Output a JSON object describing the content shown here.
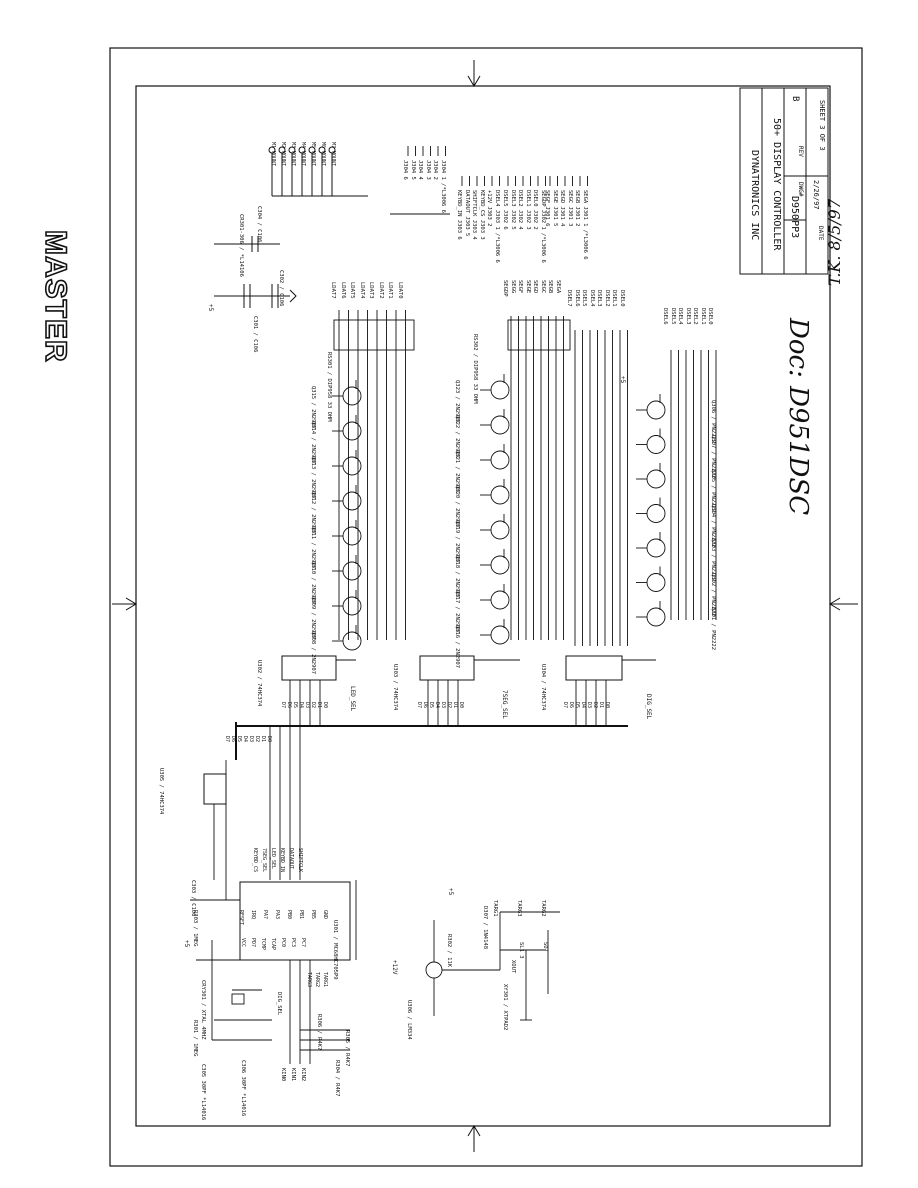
{
  "stamp": "MASTER",
  "title_block": {
    "company": "DYNATRONICS INC",
    "title": "50+ DISPLAY CONTROLLER",
    "dwg_label": "DWG#",
    "dwg_number": "D950PP3",
    "rev_label": "REV",
    "rev": "B",
    "sheet": "SHEET 3 OF 3",
    "date_label": "DATE",
    "date": "2/26/97"
  },
  "handwritten": {
    "doc": "Doc: D951DSC",
    "initials": "T.K. 8/5/97"
  },
  "mounts": [
    "M1 MOUNT",
    "M2 MOUNT",
    "M3 MOUNT",
    "M4 MOUNT",
    "M5 MOUNT",
    "M6 MOUNT",
    "M7 MOUNT"
  ],
  "caps_top": {
    "c301": "C301 / C106",
    "c302": "C302 / C106",
    "c304": "C304 / C106",
    "cr301": "CR301-306 / *L14106"
  },
  "connector_j304": [
    "J304 6",
    "J304 5",
    "J304 4",
    "J304 3",
    "J304 2",
    "J304 1 /*L3006 6"
  ],
  "connector_j303": [
    "KEYBD_IN J303 6",
    "DATAOUT J303 5",
    "SHIFTCLK J303 4",
    "KEYBD_CS J303 3",
    "+12V J303 2",
    "DSEL4 J303 1 /*L3006 6"
  ],
  "connector_j302": [
    "DSEL5 J302 6",
    "DSEL3 J302 5",
    "DSEL2 J302 4",
    "DSEL1 J302 3",
    "DSEL0 J302 2",
    "SEGDP J302 1 /*L3006 6"
  ],
  "connector_j301": [
    "SEGF J301 6",
    "SEGE J301 5",
    "SEGD J301 4",
    "SEGC J301 3",
    "SEGB J301 2",
    "SEGA J301 1 /*L3006 6"
  ],
  "led_lines": [
    "LDAT7",
    "LDAT6",
    "LDAT5",
    "LDAT4",
    "LDAT3",
    "LDAT2",
    "LDAT1",
    "LDAT0"
  ],
  "seg_lines": [
    "SEGDP",
    "SEGG",
    "SEGF",
    "SEGE",
    "SEGD",
    "SEGC",
    "SEGB",
    "SEGA"
  ],
  "dsel_upper": [
    "DSEL7",
    "DSEL6",
    "DSEL5",
    "DSEL4",
    "DSEL3",
    "DSEL2",
    "DSEL1",
    "DSEL0"
  ],
  "dsel_lower": [
    "DSEL6",
    "DSEL5",
    "DSEL4",
    "DSEL3",
    "DSEL2",
    "DSEL1",
    "DSEL0"
  ],
  "rs301": "RS301 / DIP958 33 OHM",
  "rs302": "RS302 / DIP958 33 OHM",
  "q_led": [
    "Q315 / 2N2907",
    "Q314 / 2N2907",
    "Q313 / 2N2907",
    "Q312 / 2N2907",
    "Q311 / 2N2907",
    "Q310 / 2N2907",
    "Q309 / 2N2907",
    "Q308 / 2N2907"
  ],
  "q_seg": [
    "Q323 / 2N2907",
    "Q322 / 2N2907",
    "Q321 / 2N2907",
    "Q320 / 2N2907",
    "Q319 / 2N2907",
    "Q318 / 2N2907",
    "Q317 / 2N2907",
    "Q316 / 2N2907"
  ],
  "q_dig": [
    "Q306 / PN2222",
    "Q307 / PN2222",
    "Q305 / PN2222",
    "Q304 / PN2222",
    "Q303 / PN2222",
    "Q302 / PN2222",
    "Q301 / PN2222"
  ],
  "u302": "U302 / 74HC374",
  "u303": "U303 / 74HC374",
  "u304": "U304 / 74HC374",
  "u305": "U305 / 74HC374",
  "u301": "U301 / MC68HC705P9",
  "u306": "U306 / LM334",
  "sel_labels": {
    "led": "LED_SEL",
    "seg": "7SEG_SEL",
    "dig": "DIG_SEL"
  },
  "bus": [
    "D7",
    "D6",
    "D5",
    "D4",
    "D3",
    "D2",
    "D1",
    "D0"
  ],
  "mcu_pins_left": [
    "VCC",
    "PD7",
    "TCMP",
    "TCAP",
    "PC0",
    "PC3",
    "PC7"
  ],
  "mcu_pins_right": [
    "RESET",
    "IRQ",
    "PA7",
    "PA3",
    "PB0",
    "PB1",
    "PB5",
    "GND"
  ],
  "mcu_nets": [
    "KEYBD_CS",
    "7SEG_SEL",
    "LED_SEL",
    "KEYBD_IN",
    "DATAOUT",
    "SHIFTCLK",
    "DIG_SEL",
    "TARG3",
    "TARG2",
    "TARG1"
  ],
  "misc": {
    "r303": "R303 / 1MEG",
    "c303": "C303 / C106",
    "cry301": "CRY301 / XTAL 4MHZ",
    "r301": "R301 / 1MEG",
    "c305": "C305 30PF *L14016",
    "c306": "C306 30PF *L14016",
    "r302": "R302 / 11K",
    "d307": "D307 / 1N4148",
    "r304": "R304 / R4K7",
    "r305": "R305 / R4K7",
    "r306": "R306 / R4K7",
    "xy301": "XY301 / XTPAD2",
    "xout": "XOUT",
    "kins": [
      "KIN0",
      "KIN1",
      "KIN2"
    ],
    "supply_5v": "+5",
    "supply_12v": "+12V",
    "targs": [
      "TARG1",
      "TARG3",
      "TARG2"
    ],
    "s_labels": [
      "SL1 3",
      "SOT"
    ]
  }
}
